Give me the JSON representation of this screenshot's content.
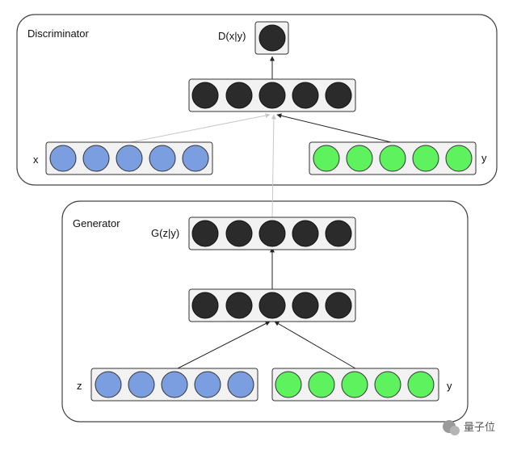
{
  "discriminator": {
    "title": "Discriminator",
    "output_label": "D(x|y)",
    "input_x_label": "x",
    "input_y_label": "y"
  },
  "generator": {
    "title": "Generator",
    "output_label": "G(z|y)",
    "input_z_label": "z",
    "input_y_label": "y"
  },
  "colors": {
    "dark_unit": "#2b2b2b",
    "blue_unit": "#7b9ee0",
    "green_unit": "#5ef25e",
    "border": "#333333",
    "panel_border": "#444444"
  },
  "watermark": {
    "text": "量子位"
  }
}
